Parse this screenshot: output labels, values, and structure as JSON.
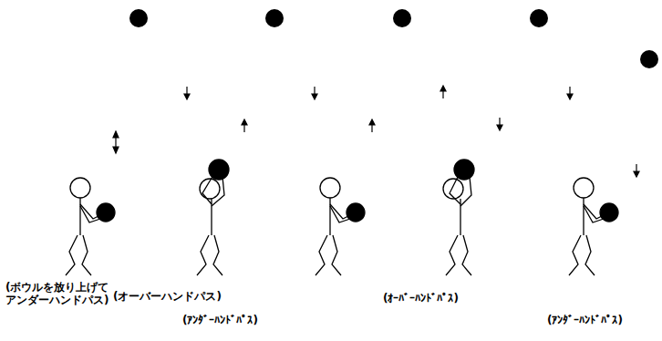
{
  "diagram": {
    "labels": [
      "(ボウルを放り上げて アンダーハンドパス)",
      "(オーバーハンドパス)",
      "(ｱﾝﾀﾞｰﾊﾝﾄﾞﾊﾟｽ)",
      "(ｵｰﾊﾞｰﾊﾝﾄﾞﾊﾟｽ)",
      "(ｱﾝﾀﾞｰﾊﾝﾄﾞﾊﾟｽ)"
    ]
  }
}
